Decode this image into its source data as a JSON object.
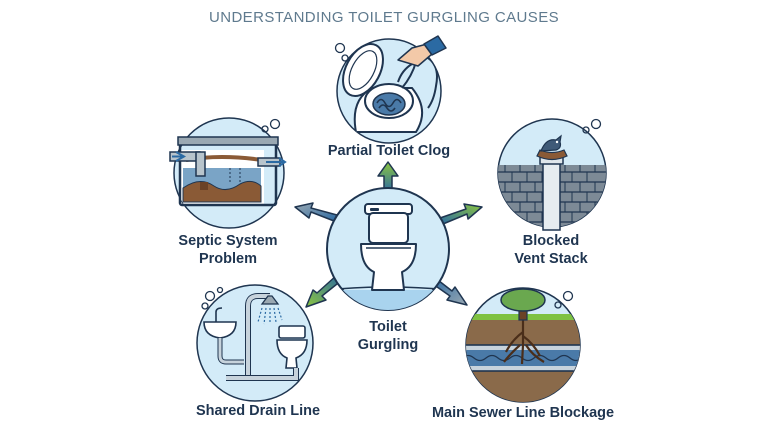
{
  "title": "UNDERSTANDING TOILET GURGLING CAUSES",
  "center": {
    "line1": "Toilet",
    "line2": "Gurgling"
  },
  "causes": {
    "partial_clog": "Partial Toilet Clog",
    "septic_line1": "Septic System",
    "septic_line2": "Problem",
    "vent_line1": "Blocked",
    "vent_line2": "Vent Stack",
    "shared_drain": "Shared Drain Line",
    "main_sewer": "Main Sewer Line Blockage"
  },
  "colors": {
    "navy": "#1f3550",
    "circle_fill": "#d3ebf8",
    "arrow_green": "#7ec142",
    "arrow_blue": "#2b6aa3",
    "arrow_grey": "#8da0ae"
  }
}
